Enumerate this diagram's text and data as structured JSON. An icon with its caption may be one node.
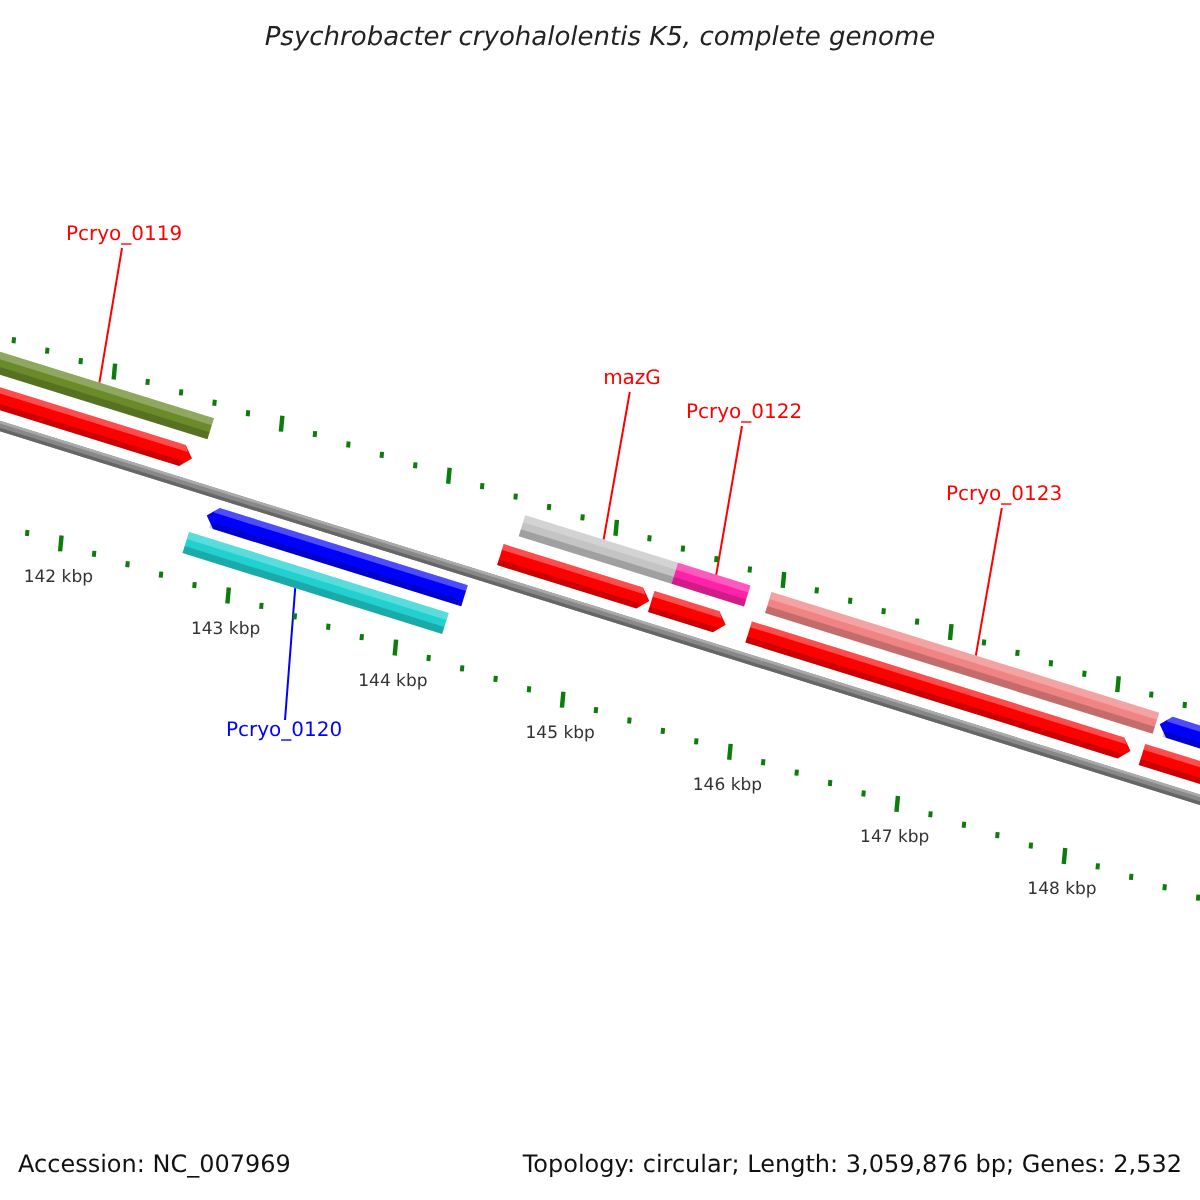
{
  "diagram": {
    "title": "Psychrobacter cryohalolentis K5, complete genome",
    "nodes": [
      {
        "text": [
          "Pcryo_0119"
        ]
      },
      {
        "text": [],
        "shape": "bar"
      },
      {
        "text": [
          "mazG"
        ]
      },
      {
        "text": [],
        "shape": "bar"
      },
      {
        "text": [
          "Pcryo_0122"
        ]
      },
      {
        "text": [],
        "shape": "bar"
      },
      {
        "text": [
          "Pcryo_0123"
        ]
      },
      {
        "text": [],
        "shape": "bar"
      },
      {
        "text": [
          "Pcryo_0120"
        ]
      },
      {
        "text": [],
        "shape": "bar"
      }
    ],
    "edges": [
      {
        "from": 0,
        "to": 1,
        "arrow": "none"
      },
      {
        "from": 2,
        "to": 3,
        "arrow": "none"
      },
      {
        "from": 4,
        "to": 5,
        "arrow": "none"
      },
      {
        "from": 6,
        "to": 7,
        "arrow": "none"
      },
      {
        "from": 8,
        "to": 9,
        "arrow": "none",
        "color": "#0000ff"
      }
    ],
    "labels": [
      "142 kbp",
      "143 kbp",
      "144 kbp",
      "145 kbp",
      "146 kbp",
      "147 kbp",
      "148 kbp",
      "Accession: NC_007969",
      "Topology: circular; Length: 3,059,876 bp; Genes: 2,532"
    ]
  }
}
